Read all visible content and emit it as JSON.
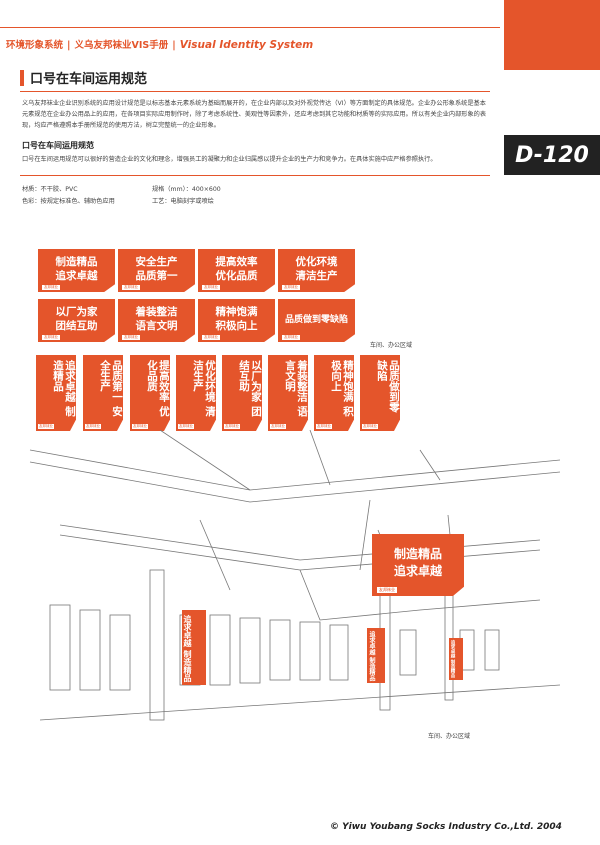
{
  "header": {
    "part1": "环境形象系统",
    "part2": "义乌友邦袜业VIS手册",
    "part3": "Visual Identity System"
  },
  "page": {
    "title": "口号在车间运用规范",
    "code": "D-120",
    "intro": "义乌友邦袜业企业识别系统的应用设计规范是以标志基本元素系统为基础而展开的，在企业内部以及对外视觉传达（VI）等方面制定的具体规范。企业办公形象系统是基本元素规范在企业办公用品上的应用，在各项目实际应用制作时，除了考虑系统性、美观性等因素外，还应考虑到其它功能和材质等的实际应用。所以有关企业内部形象的表现，均应严格遵照本手册所规范的使用方法，树立完整统一的企业形象。",
    "subtitle": "口号在车间运用规范",
    "sub_desc": "口号在车间运用规范可以很好的营造企业的文化和理念，增强员工的凝聚力和企业归属感以提升企业的生产力和竞争力。在具体实施中应严格参照执行。",
    "material": "材质：不干胶、PVC",
    "color": "色彩：按规定标准色、辅助色应用",
    "size": "规格（mm）：400×600",
    "craft": "工艺：电脑刻字或喷绘"
  },
  "horizontal_signs": [
    {
      "line1": "制造精品",
      "line2": "追求卓越"
    },
    {
      "line1": "安全生产",
      "line2": "品质第一"
    },
    {
      "line1": "提高效率",
      "line2": "优化品质"
    },
    {
      "line1": "优化环境",
      "line2": "清洁生产"
    },
    {
      "line1": "以厂为家",
      "line2": "团结互助"
    },
    {
      "line1": "着装整洁",
      "line2": "语言文明"
    },
    {
      "line1": "精神饱满",
      "line2": "积极向上"
    },
    {
      "line1": "品质做到零缺陷",
      "line2": ""
    }
  ],
  "vertical_signs": [
    "追求卓越 制造精品",
    "品质第一 安全生产",
    "提高效率 优化品质",
    "优化环境 清洁生产",
    "以厂为家 团结互助",
    "着装整洁 语言文明",
    "精神饱满 积极向上",
    "品质做到零缺陷"
  ],
  "logo_text": "友邦袜业",
  "caption1": "车间、办公区域",
  "caption2": "车间、办公区域",
  "hanging_sign": {
    "line1": "制造精品",
    "line2": "追求卓越"
  },
  "footer": "© Yiwu Youbang Socks Industry Co.,Ltd.  2004",
  "colors": {
    "accent": "#e4552b",
    "dark": "#222222"
  }
}
